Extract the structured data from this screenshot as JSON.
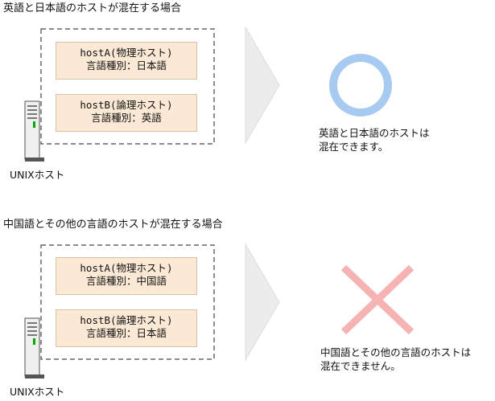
{
  "sections": [
    {
      "title": "英語と日本語のホストが混在する場合",
      "hosts": [
        {
          "name": "hostA(物理ホスト)",
          "lang": "言語種別：日本語"
        },
        {
          "name": "hostB(論理ホスト)",
          "lang": "言語種別：英語"
        }
      ],
      "server_label": "UNIXホスト",
      "result_symbol": "circle",
      "result_lines": [
        "英語と日本語のホストは",
        "混在できます。"
      ]
    },
    {
      "title": "中国語とその他の言語のホストが混在する場合",
      "hosts": [
        {
          "name": "hostA(物理ホスト)",
          "lang": "言語種別：中国語"
        },
        {
          "name": "hostB(論理ホスト)",
          "lang": "言語種別：日本語"
        }
      ],
      "server_label": "UNIXホスト",
      "result_symbol": "cross",
      "result_lines": [
        "中国語とその他の言語のホストは",
        "混在できません。"
      ]
    }
  ],
  "colors": {
    "host_fill": "#fbe9d5",
    "host_border": "#d8c1a6",
    "circle": "#a7cbf0",
    "cross": "#f6b3b3",
    "arrow": "#ececec"
  }
}
